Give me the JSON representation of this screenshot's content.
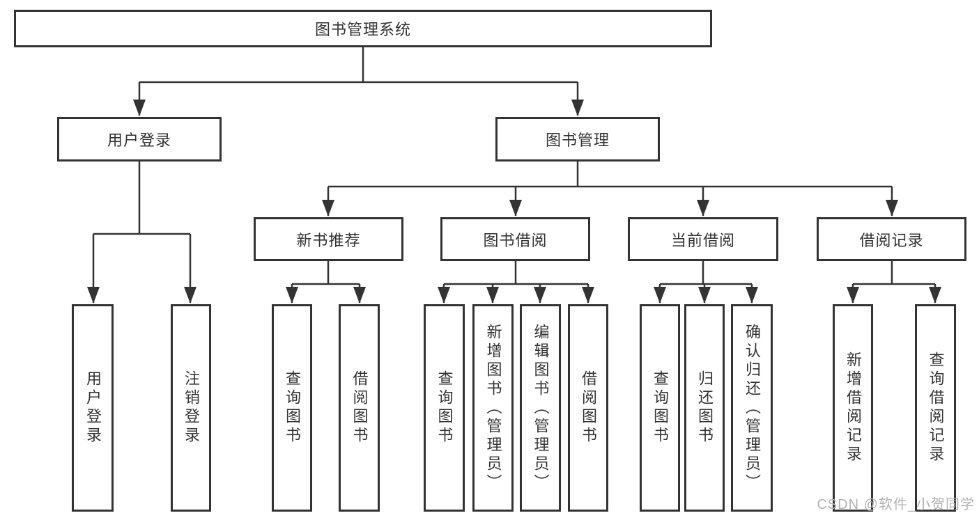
{
  "colors": {
    "line": "#333333",
    "text": "#333333",
    "box_fill": "#ffffff",
    "bg": "#ffffff",
    "watermark": "#b3b3b3"
  },
  "watermark": {
    "text": "CSDN @软件_小贺同学"
  },
  "diagram": {
    "type": "hierarchy",
    "root": {
      "label": "图书管理系统"
    },
    "branches": [
      {
        "label": "用户登录",
        "children": [
          {
            "label": "用户登录"
          },
          {
            "label": "注销登录"
          }
        ]
      },
      {
        "label": "图书管理",
        "children": [
          {
            "label": "新书推荐",
            "children": [
              {
                "label": "查询图书"
              },
              {
                "label": "借阅图书"
              }
            ]
          },
          {
            "label": "图书借阅",
            "children": [
              {
                "label": "查询图书"
              },
              {
                "label": "新增图书（管理员）"
              },
              {
                "label": "编辑图书（管理员）"
              },
              {
                "label": "借阅图书"
              }
            ]
          },
          {
            "label": "当前借阅",
            "children": [
              {
                "label": "查询图书"
              },
              {
                "label": "归还图书"
              },
              {
                "label": "确认归还（管理员）"
              }
            ]
          },
          {
            "label": "借阅记录",
            "children": [
              {
                "label": "新增借阅记录"
              },
              {
                "label": "查询借阅记录"
              }
            ]
          }
        ]
      }
    ]
  }
}
